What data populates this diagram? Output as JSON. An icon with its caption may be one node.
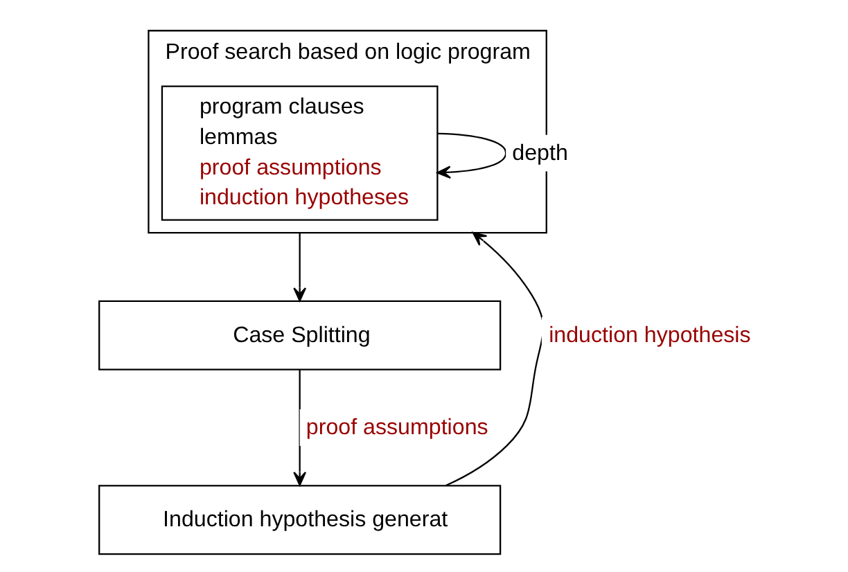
{
  "diagram": {
    "nodes": [
      {
        "text": [
          "Proof search based on logic program"
        ]
      },
      {
        "text": [
          "program clauses",
          "lemmas",
          "proof assumptions",
          "induction hypotheses"
        ],
        "in": 0
      },
      {
        "text": [
          "Case Splitting"
        ]
      },
      {
        "text": [
          "Induction hypothesis generat"
        ]
      }
    ],
    "edges": [
      {
        "from": 1,
        "to": 1,
        "arrow": "to",
        "label": "depth"
      },
      {
        "from": 0,
        "to": 2,
        "arrow": "to"
      },
      {
        "from": 2,
        "to": 3,
        "arrow": "to",
        "label": "proof assumptions"
      },
      {
        "from": 3,
        "to": 0,
        "arrow": "to",
        "label": "induction hypothesis"
      }
    ]
  }
}
